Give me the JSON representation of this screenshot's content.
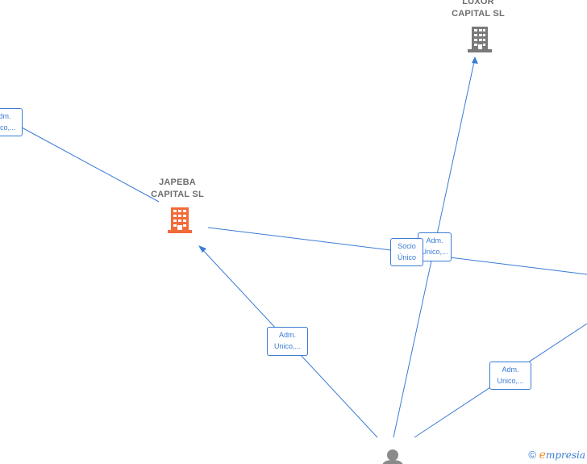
{
  "nodes": {
    "luxor": {
      "line1": "LUXOR",
      "line2": "CAPITAL  SL",
      "icon": "building-icon",
      "color": "#7a7a7a"
    },
    "japeba": {
      "line1": "JAPEBA",
      "line2": "CAPITAL  SL",
      "icon": "building-icon",
      "color": "#f26b3a"
    },
    "person": {
      "icon": "person-icon",
      "color": "#8a8a8a"
    }
  },
  "relations": {
    "left_edge": {
      "line1": "Adm.",
      "line2": "Unico,..."
    },
    "person_japeba": {
      "line1": "Adm.",
      "line2": "Unico,..."
    },
    "socio_unico": {
      "line1": "Socio",
      "line2": "Único"
    },
    "adm_luxor": {
      "line1": "Adm.",
      "line2": "Unico,..."
    },
    "right_lower": {
      "line1": "Adm.",
      "line2": "Unico,..."
    }
  },
  "footer": {
    "copyright_symbol": "©",
    "brand_initial": "e",
    "brand_rest": "mpresia"
  },
  "colors": {
    "edge": "#3a7bd5",
    "company_highlight": "#f26b3a",
    "company_default": "#7a7a7a"
  }
}
